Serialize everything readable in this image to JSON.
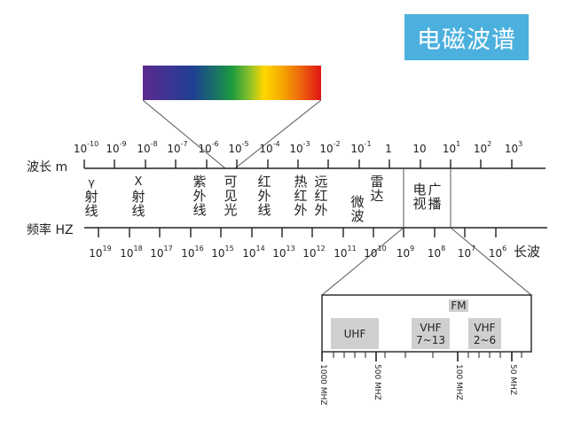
{
  "title": "电磁波谱",
  "visible_spectrum_colors": [
    "#5b2a8c",
    "#1f3f92",
    "#1d9a3e",
    "#ffd800",
    "#ee6a0c",
    "#e01414"
  ],
  "accent_color": "#4bb0de",
  "wavelength_axis": {
    "label": "波长 m",
    "ticks": [
      {
        "base": "10",
        "exp": "-10"
      },
      {
        "base": "10",
        "exp": "-9"
      },
      {
        "base": "10",
        "exp": "-8"
      },
      {
        "base": "10",
        "exp": "-7"
      },
      {
        "base": "10",
        "exp": "-6"
      },
      {
        "base": "10",
        "exp": "-5"
      },
      {
        "base": "10",
        "exp": "-4"
      },
      {
        "base": "10",
        "exp": "-3"
      },
      {
        "base": "10",
        "exp": "-2"
      },
      {
        "base": "10",
        "exp": "-1"
      },
      {
        "base": "1",
        "exp": ""
      },
      {
        "base": "10",
        "exp": ""
      },
      {
        "base": "10",
        "exp": "1"
      },
      {
        "base": "10",
        "exp": "2"
      },
      {
        "base": "10",
        "exp": "3"
      }
    ]
  },
  "frequency_axis": {
    "label": "频率 HZ",
    "end_label": "长波",
    "ticks": [
      {
        "base": "10",
        "exp": "19"
      },
      {
        "base": "10",
        "exp": "18"
      },
      {
        "base": "10",
        "exp": "17"
      },
      {
        "base": "10",
        "exp": "16"
      },
      {
        "base": "10",
        "exp": "15"
      },
      {
        "base": "10",
        "exp": "14"
      },
      {
        "base": "10",
        "exp": "13"
      },
      {
        "base": "10",
        "exp": "12"
      },
      {
        "base": "10",
        "exp": "11"
      },
      {
        "base": "10",
        "exp": "10"
      },
      {
        "base": "10",
        "exp": "9"
      },
      {
        "base": "10",
        "exp": "8"
      },
      {
        "base": "10",
        "exp": "7"
      },
      {
        "base": "10",
        "exp": "6"
      }
    ]
  },
  "bands": [
    {
      "name": "gamma",
      "lines": [
        "γ",
        "射",
        "线"
      ]
    },
    {
      "name": "xray",
      "lines": [
        "X",
        "射",
        "线"
      ]
    },
    {
      "name": "ultraviolet",
      "lines": [
        "紫",
        "外",
        "线"
      ]
    },
    {
      "name": "visible",
      "lines": [
        "可",
        "见",
        "光"
      ]
    },
    {
      "name": "infrared",
      "lines": [
        "红",
        "外",
        "线"
      ]
    },
    {
      "name": "thermal-infrared",
      "lines": [
        "热",
        "红",
        "外"
      ]
    },
    {
      "name": "far-infrared",
      "lines": [
        "远",
        "红",
        "外"
      ]
    },
    {
      "name": "microwave",
      "lines": [
        "微",
        "波"
      ]
    },
    {
      "name": "radar",
      "lines": [
        "雷",
        "达"
      ]
    },
    {
      "name": "tv",
      "lines": [
        "电",
        "视"
      ]
    },
    {
      "name": "broadcast",
      "lines": [
        "广",
        "播"
      ]
    }
  ],
  "zoom_box": {
    "fm": "FM",
    "uhf": "UHF",
    "vhf_high": [
      "VHF",
      "7~13"
    ],
    "vhf_low": [
      "VHF",
      "2~6"
    ],
    "scale": [
      "1000 MHZ",
      "500 MHZ",
      "100 MHZ",
      "50 MHZ"
    ]
  }
}
